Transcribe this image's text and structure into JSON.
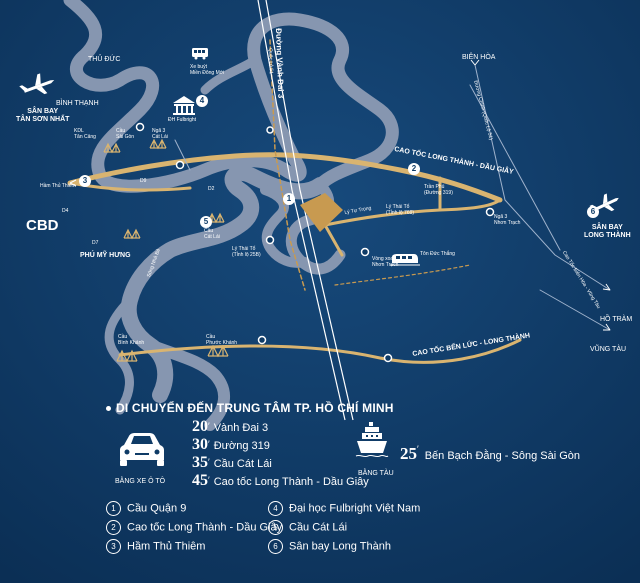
{
  "colors": {
    "background": "#0f3b66",
    "river": "#8696b0",
    "road": "#d9b470",
    "accent": "#c89a50",
    "text": "#ffffff"
  },
  "map_labels": {
    "thu_duc": "THỦ ĐỨC",
    "san_bay_tsn": "SÂN BAY\nTÂN SƠN NHẤT",
    "binh_thanh": "BÌNH THẠNH",
    "kdl_tan_cang": "KDL\nTân Cảng",
    "cau_sai_gon": "Cầu\nSài Gòn",
    "nga3_cat_lai_top": "Ngã 3\nCát Lái",
    "ham_thu_thiem": "Hầm Thủ Thiêm",
    "cbd": "CBD",
    "d4": "D4",
    "d7": "D7",
    "phu_my_hung": "PHÚ MỸ HƯNG",
    "d2": "D2",
    "d9": "D9",
    "cau_cat_lai": "Cầu\nCát Lái",
    "ly_thai_to": "Lý Thái Tổ\n(Tỉnh lộ 25B)",
    "song_nha_be": "Sông Nhà Bè",
    "duong_vanh_dai_3": "Đường Vành Đai 3",
    "duong_vanh_dai_3_sub": "Quốc Lộ 51",
    "xe_buyt": "Xe buýt\nMiền Đông Mới",
    "dh_fulbright_map": "ĐH Fulbright",
    "bien_hoa": "BIÊN HÒA",
    "duong_319": "Đường Chính (Quốc Lộ 51)",
    "cao_toc_lt_dg": "CAO TỐC LONG THÀNH - DẦU GIÂY",
    "tran_phu": "Trần Phú\n(Đường 319)",
    "nga3_nhon_trach": "Ngã 3\nNhơn Trạch",
    "ly_thai_to_2": "Lý Thái Tổ\n(Tỉnh lộ 769)",
    "ly_tu_trong": "Lý Tự Trọng",
    "ton_duc_thang": "Tôn Đức Thắng",
    "vong_xoay": "Vòng xoay\nNhơn Trạch",
    "san_bay_lt": "SÂN BAY\nLONG THÀNH",
    "ho_tram": "HỒ TRÀM",
    "vung_tau": "VŨNG TÀU",
    "cao_toc_bl_lt": "CAO TỐC BẾN LỨC - LONG THÀNH",
    "cau_binh_khanh": "Cầu\nBình Khánh",
    "cau_phuoc_khanh": "Cầu\nPhước Khánh",
    "cao_toc_bien_hoa_vt": "Cao Tốc Biên Hòa - Vũng Tàu"
  },
  "markers": [
    "1",
    "2",
    "3",
    "4",
    "5",
    "6"
  ],
  "travel": {
    "title": "DI CHUYỂN ĐẾN TRUNG TÂM TP. HỒ CHÍ MINH",
    "car_label": "BẰNG XE Ô TÔ",
    "boat_label": "BẰNG TÀU",
    "minute_symbol": "′",
    "car_times": [
      {
        "minutes": "20",
        "dest": "Vành Đai 3"
      },
      {
        "minutes": "30",
        "dest": "Đường 319"
      },
      {
        "minutes": "35",
        "dest": "Cầu Cát Lái"
      },
      {
        "minutes": "45",
        "dest": "Cao tốc Long Thành - Dầu Giây"
      }
    ],
    "boat_time": {
      "minutes": "25",
      "dest": "Bến Bạch Đằng - Sông Sài Gòn"
    }
  },
  "legend": [
    {
      "num": "1",
      "label": "Cầu Quận 9"
    },
    {
      "num": "2",
      "label": "Cao tốc Long Thành - Dầu Giây"
    },
    {
      "num": "3",
      "label": "Hầm Thủ Thiêm"
    },
    {
      "num": "4",
      "label": "Đại học Fulbright Việt Nam"
    },
    {
      "num": "5",
      "label": "Cầu Cát Lái"
    },
    {
      "num": "6",
      "label": "Sân bay Long Thành"
    }
  ]
}
